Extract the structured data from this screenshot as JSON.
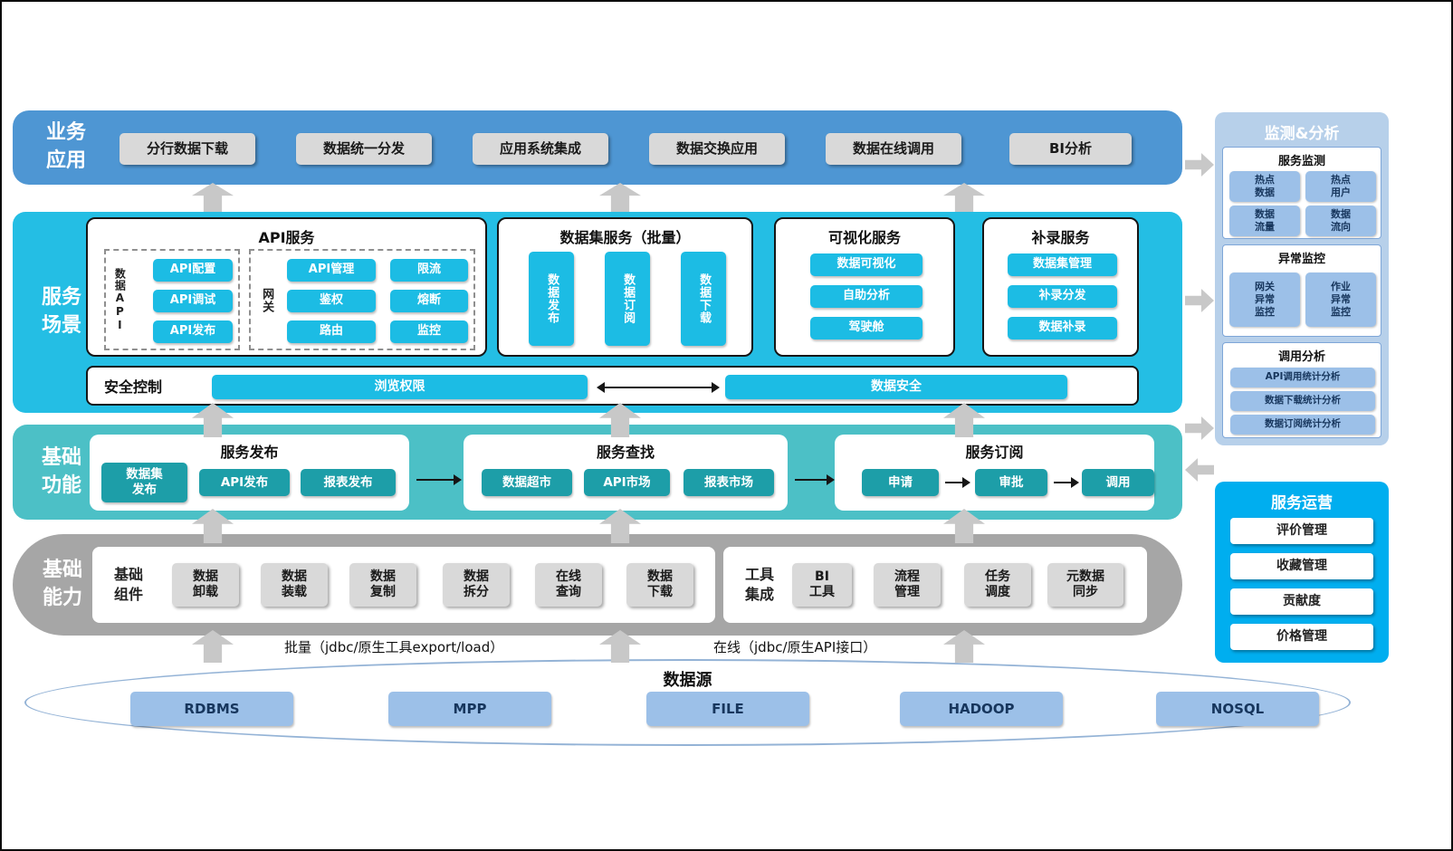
{
  "colors": {
    "business_band": "#4E96D3",
    "scene_band": "#24BEE4",
    "scene_button": "#1CBCE4",
    "foundation_band": "#4CC0C6",
    "foundation_button": "#1D9EA8",
    "capability_band": "#A6A6A6",
    "gray_button": "#D9D9D9",
    "monitor_panel": "#B7D0EA",
    "blue_button": "#9CC0E8",
    "operation_panel": "#00AEEF",
    "arrow_gray": "#C8C8C8"
  },
  "business": {
    "label": "业务\n应用",
    "items": [
      "分行数据下载",
      "数据统一分发",
      "应用系统集成",
      "数据交换应用",
      "数据在线调用",
      "BI分析"
    ]
  },
  "scene": {
    "label": "服务\n场景",
    "api": {
      "title": "API服务",
      "data_api_label": "数据API",
      "data_api_items": [
        "API配置",
        "API调试",
        "API发布"
      ],
      "gateway_label": "网关",
      "gateway_items": [
        "API管理",
        "限流",
        "鉴权",
        "熔断",
        "路由",
        "监控"
      ]
    },
    "dataset": {
      "title": "数据集服务（批量）",
      "items": [
        "数据发布",
        "数据订阅",
        "数据下载"
      ]
    },
    "visual": {
      "title": "可视化服务",
      "items": [
        "数据可视化",
        "自助分析",
        "驾驶舱"
      ]
    },
    "supplement": {
      "title": "补录服务",
      "items": [
        "数据集管理",
        "补录分发",
        "数据补录"
      ]
    },
    "security": {
      "title": "安全控制",
      "left": "浏览权限",
      "right": "数据安全"
    }
  },
  "foundation": {
    "label": "基础\n功能",
    "publish": {
      "title": "服务发布",
      "items": [
        "数据集\n发布",
        "API发布",
        "报表发布"
      ]
    },
    "search": {
      "title": "服务查找",
      "items": [
        "数据超市",
        "API市场",
        "报表市场"
      ]
    },
    "subscribe": {
      "title": "服务订阅",
      "items": [
        "申请",
        "审批",
        "调用"
      ]
    }
  },
  "capability": {
    "label": "基础\n能力",
    "components": {
      "label": "基础\n组件",
      "items": [
        "数据\n卸载",
        "数据\n装载",
        "数据\n复制",
        "数据\n拆分",
        "在线\n查询",
        "数据\n下载"
      ]
    },
    "tools": {
      "label": "工具\n集成",
      "items": [
        "BI\n工具",
        "流程\n管理",
        "任务\n调度",
        "元数据\n同步"
      ]
    }
  },
  "channels": {
    "batch": "批量（jdbc/原生工具export/load）",
    "online": "在线（jdbc/原生API接口）"
  },
  "datasource": {
    "title": "数据源",
    "items": [
      "RDBMS",
      "MPP",
      "FILE",
      "HADOOP",
      "NOSQL"
    ]
  },
  "monitor": {
    "title": "监测&分析",
    "service": {
      "title": "服务监测",
      "items": [
        "热点\n数据",
        "热点\n用户",
        "数据\n流量",
        "数据\n流向"
      ]
    },
    "exception": {
      "title": "异常监控",
      "items": [
        "网关\n异常\n监控",
        "作业\n异常\n监控"
      ]
    },
    "analysis": {
      "title": "调用分析",
      "items": [
        "API调用统计分析",
        "数据下载统计分析",
        "数据订阅统计分析"
      ]
    }
  },
  "operation": {
    "title": "服务运营",
    "items": [
      "评价管理",
      "收藏管理",
      "贡献度",
      "价格管理"
    ]
  }
}
